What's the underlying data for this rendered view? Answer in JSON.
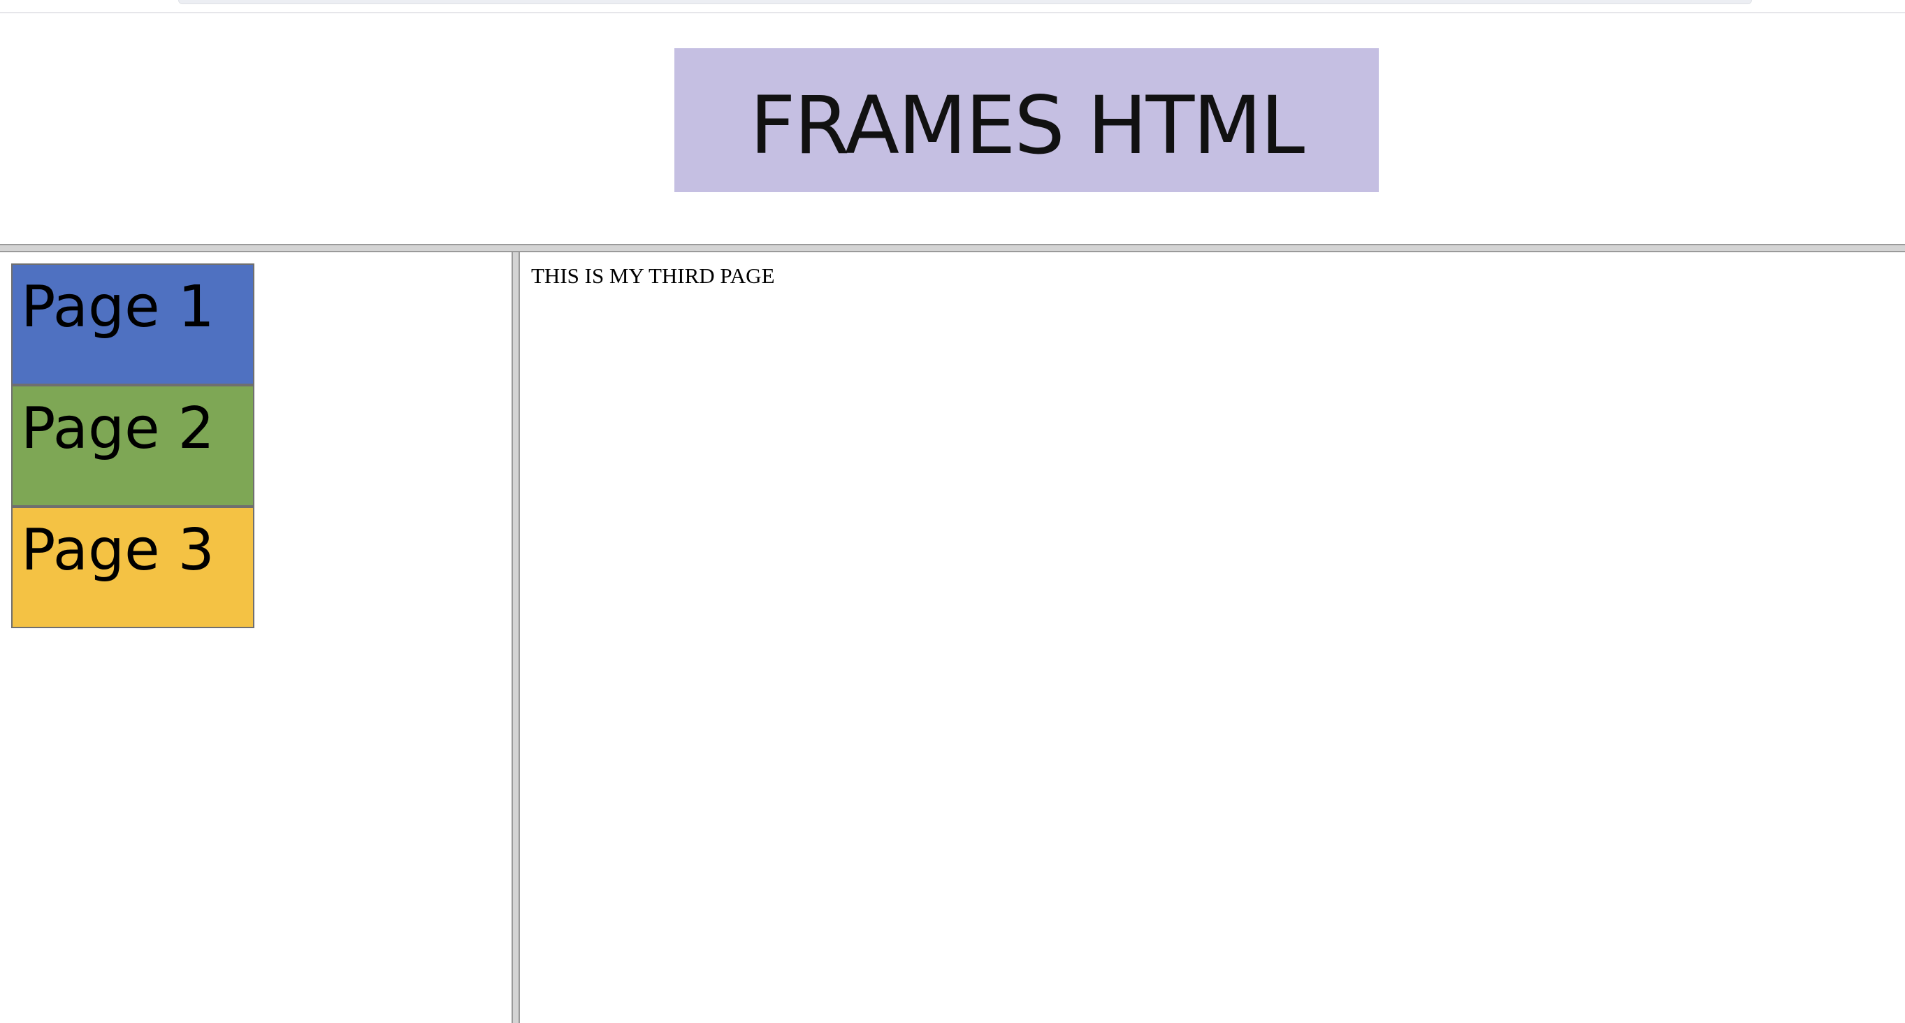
{
  "header": {
    "banner_text": "FRAMES HTML",
    "banner_color": "#c5bfe2"
  },
  "nav": {
    "items": [
      {
        "label": "Page 1",
        "color": "#4f71c1"
      },
      {
        "label": "Page 2",
        "color": "#7ea755"
      },
      {
        "label": "Page 3",
        "color": "#f4c244"
      }
    ]
  },
  "main": {
    "content_text": "THIS IS MY THIRD PAGE"
  }
}
